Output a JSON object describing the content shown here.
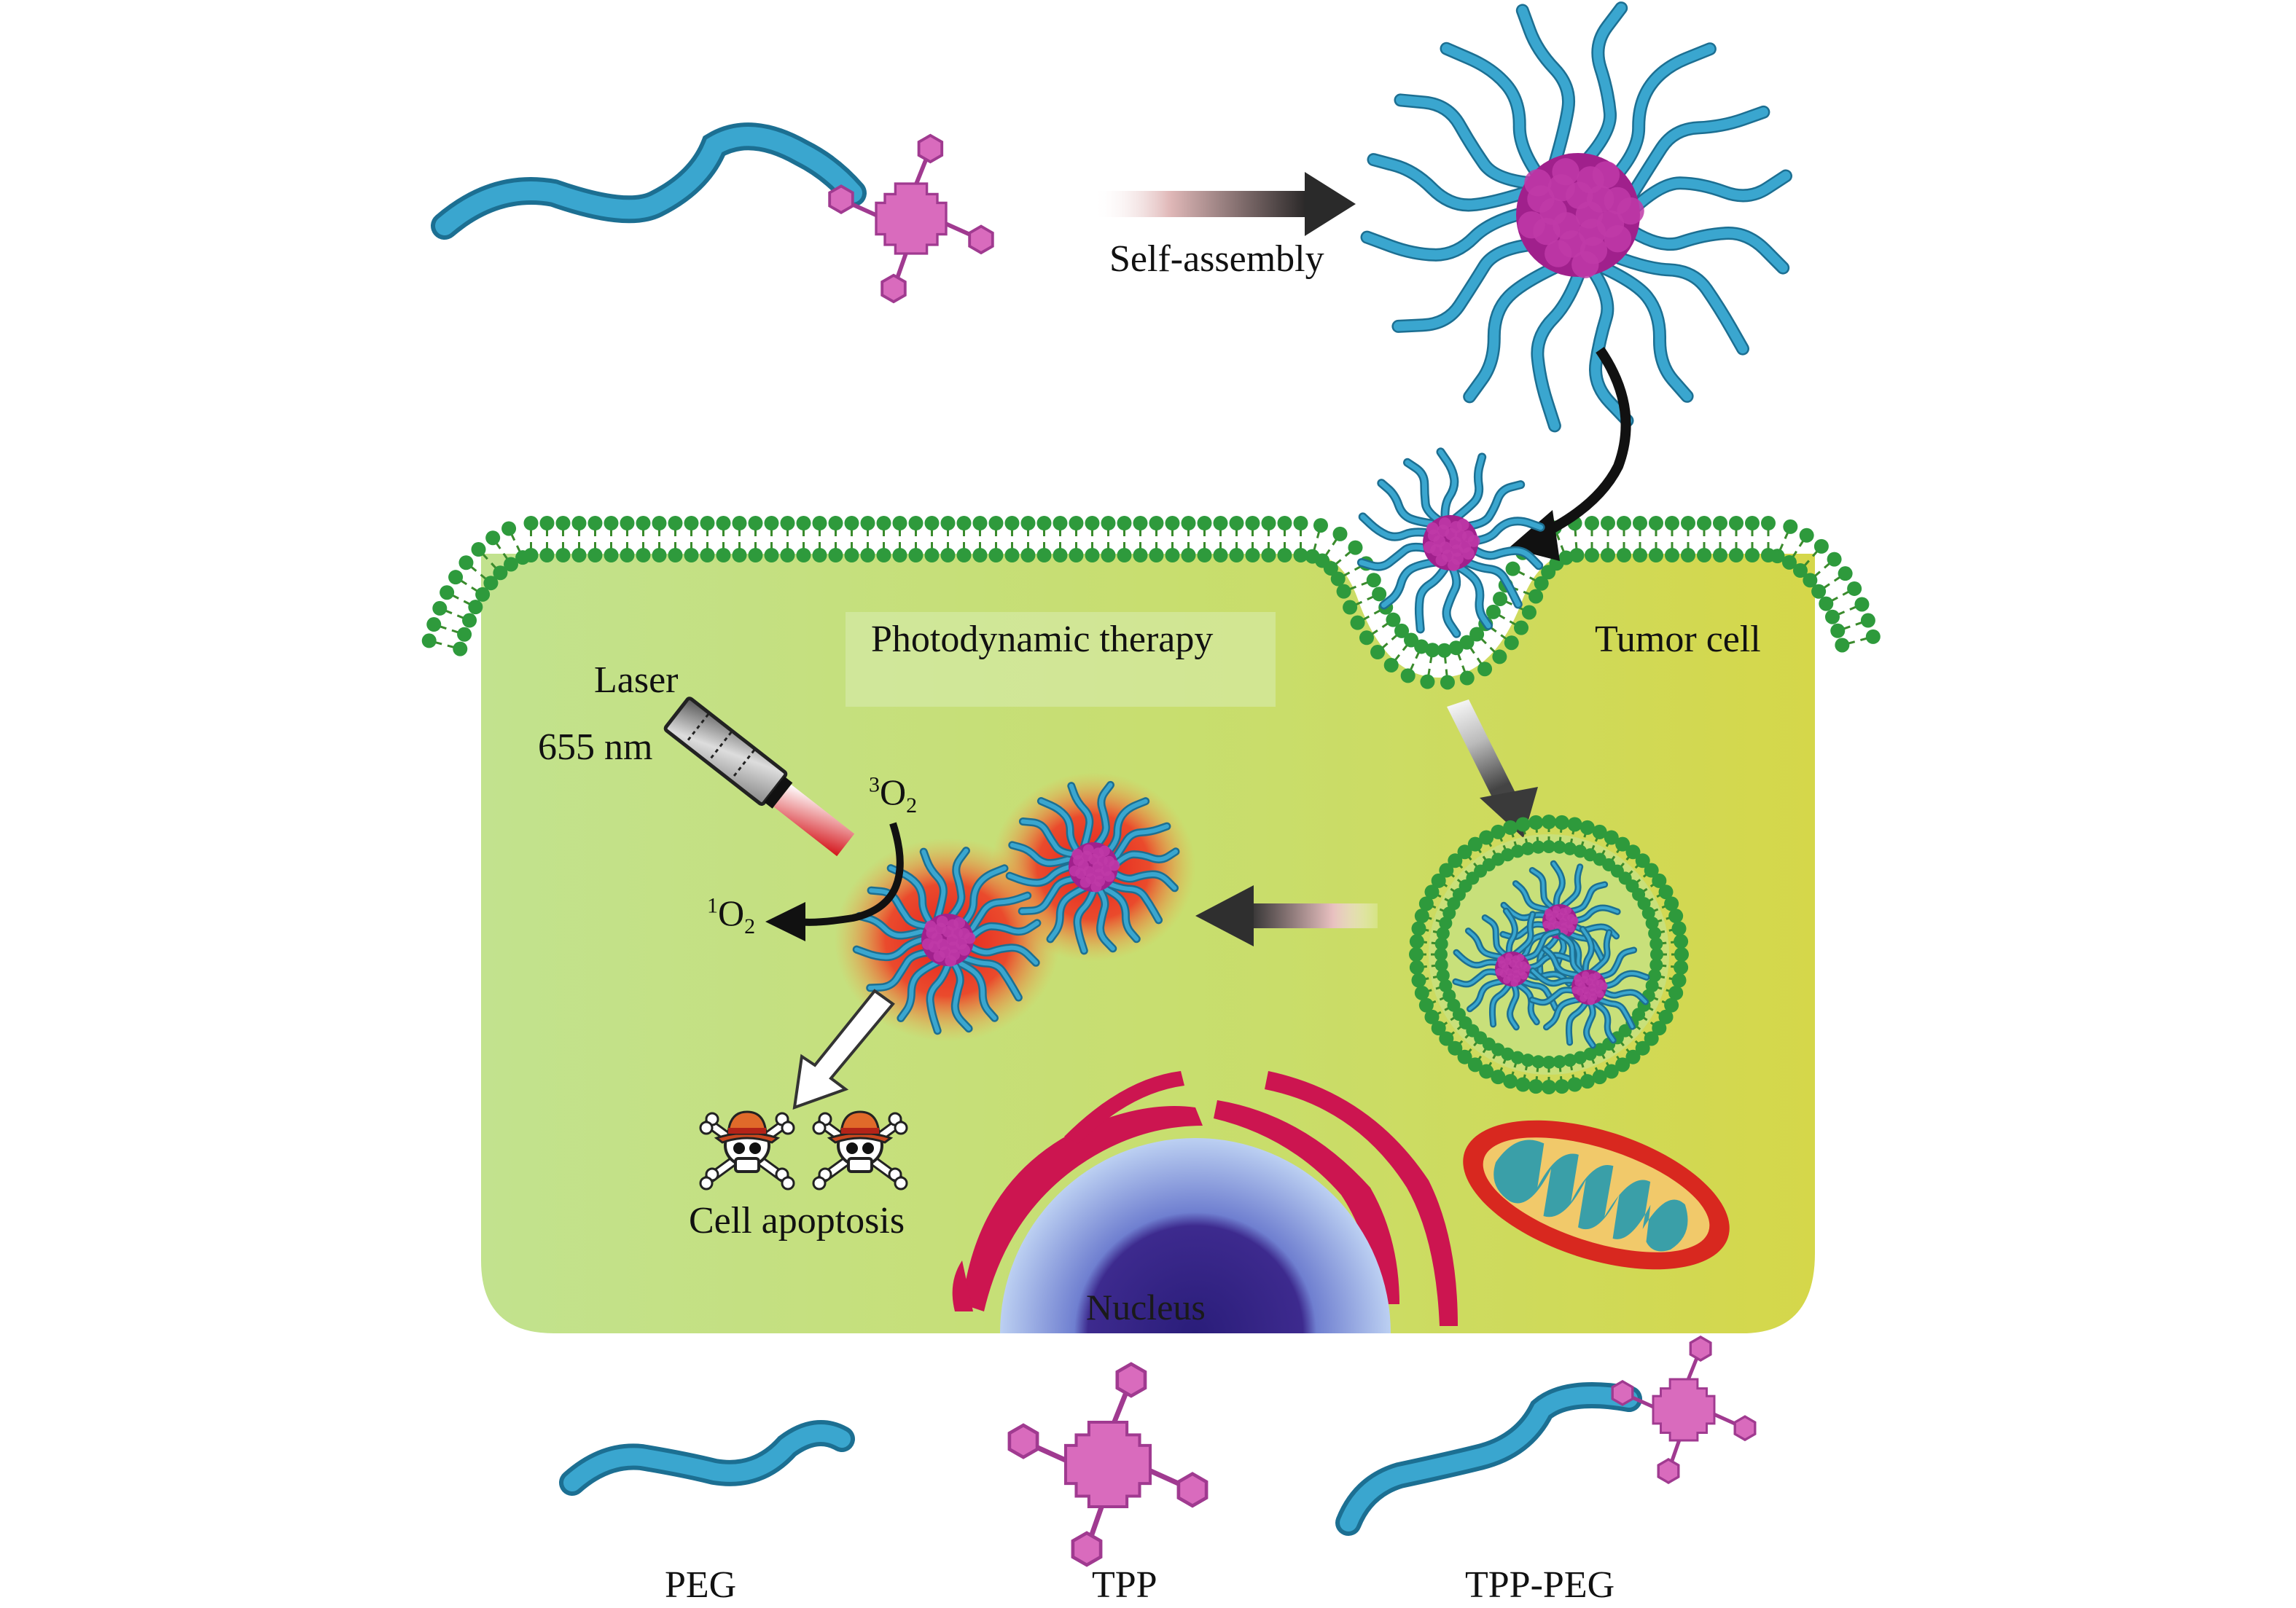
{
  "labels": {
    "self_assembly": "Self-assembly",
    "photodynamic_therapy": "Photodynamic therapy",
    "tumor_cell": "Tumor cell",
    "laser": "Laser",
    "wavelength": "655 nm",
    "triplet_oxygen": {
      "pre": "3",
      "main": "O",
      "sub": "2"
    },
    "singlet_oxygen": {
      "pre": "1",
      "main": "O",
      "sub": "2"
    },
    "cell_apoptosis": "Cell apoptosis",
    "nucleus": "Nucleus"
  },
  "legend": {
    "peg": "PEG",
    "tpp": "TPP",
    "tpp_peg": "TPP-PEG"
  },
  "colors": {
    "peg_chain": "#3aa6cf",
    "tpp_core": "#d96bbd",
    "micelle_core": "#a0208c",
    "membrane_head": "#2e9a3c",
    "cell_fill_left": "#bfe08a",
    "cell_fill_right": "#d3d94a",
    "ros_glow": "#e4221f",
    "er": "#cc1550",
    "nucleus_outer": "#9fb5e6",
    "nucleus_inner": "#3d2a8e",
    "mitochondria_outer": "#d8281f",
    "mitochondria_inner": "#3a9fa8"
  }
}
